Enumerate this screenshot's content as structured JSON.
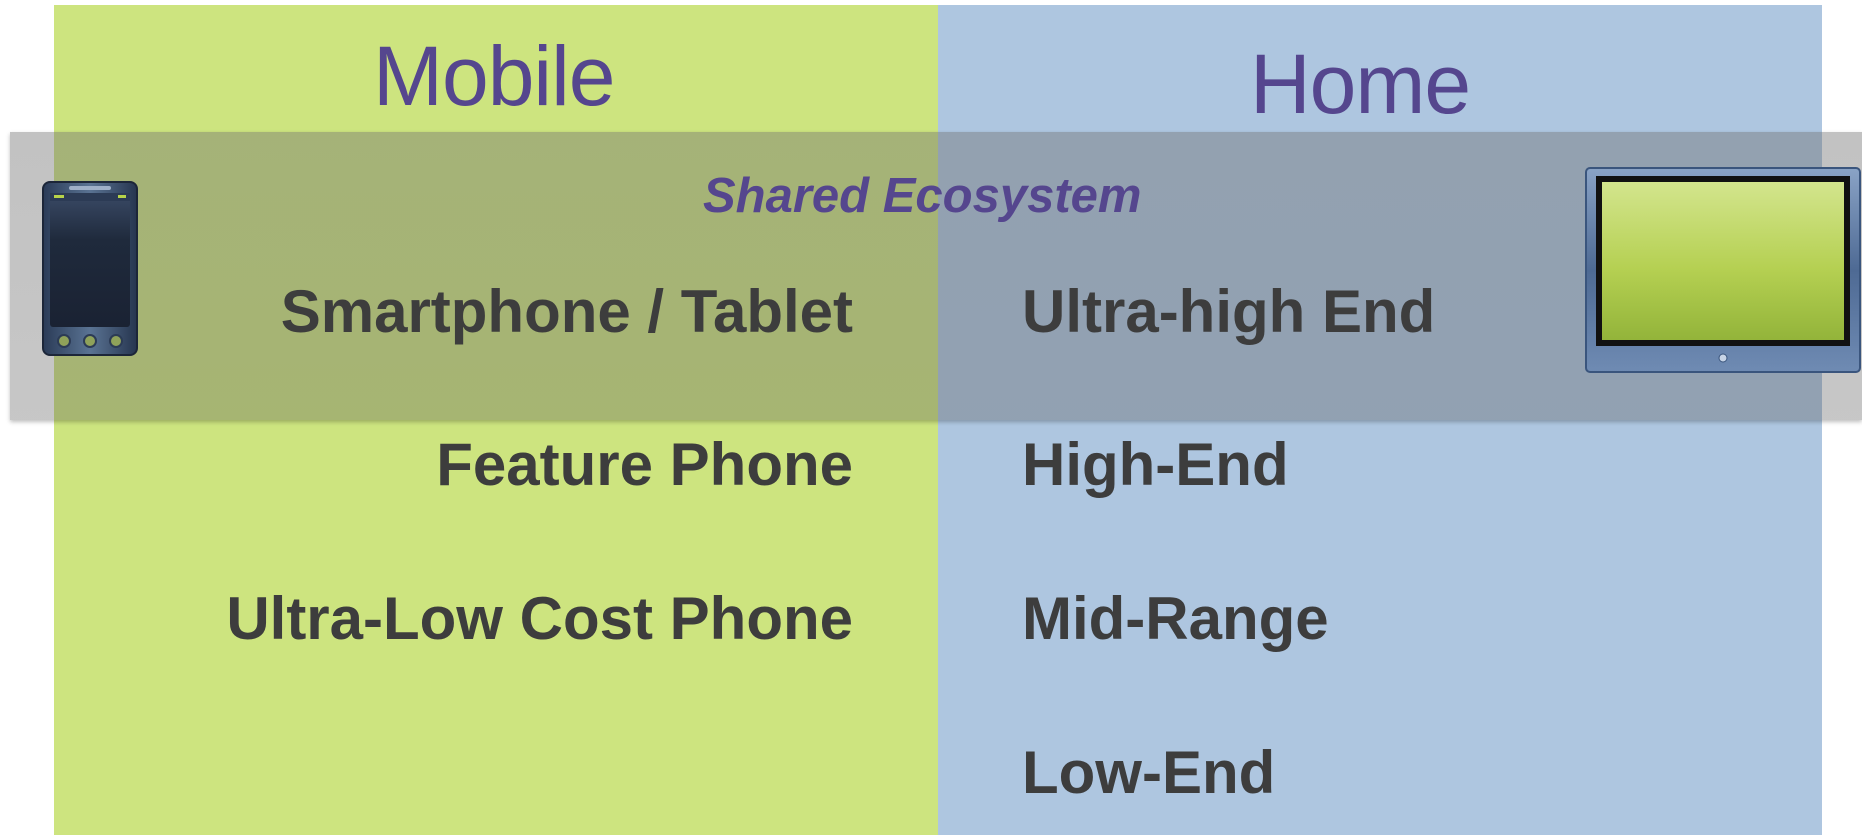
{
  "columns": {
    "mobile": {
      "heading": "Mobile",
      "color": "#cde47f"
    },
    "home": {
      "heading": "Home",
      "color": "#aec6e0"
    }
  },
  "shared": {
    "title": "Shared Ecosystem"
  },
  "mobile_items": [
    "Smartphone / Tablet",
    "Feature Phone",
    "Ultra-Low Cost Phone"
  ],
  "home_items": [
    "Ultra-high End",
    "High-End",
    "Mid-Range",
    "Low-End"
  ],
  "icons": {
    "left": "smartphone-icon",
    "right": "tv-icon"
  },
  "colors": {
    "heading_text": "#55468e",
    "item_text": "#3d3d3d"
  }
}
